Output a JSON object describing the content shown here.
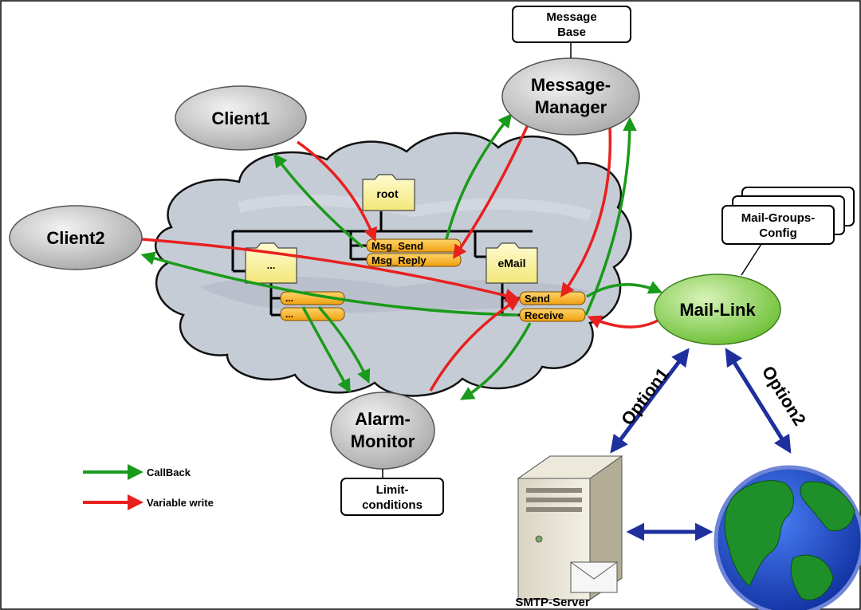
{
  "nodes": {
    "client1": "Client1",
    "client2": "Client2",
    "message_manager_line1": "Message-",
    "message_manager_line2": "Manager",
    "alarm_monitor_line1": "Alarm-",
    "alarm_monitor_line2": "Monitor",
    "mail_link": "Mail-Link"
  },
  "boxes": {
    "message_base_line1": "Message",
    "message_base_line2": "Base",
    "mail_groups_line1": "Mail-Groups-",
    "mail_groups_line2": "Config",
    "limit_line1": "Limit-",
    "limit_line2": "conditions"
  },
  "tree": {
    "root": "root",
    "ellipsis_folder": "...",
    "email_folder": "eMail",
    "msg_send": "Msg_Send",
    "msg_reply": "Msg_Reply",
    "send": "Send",
    "receive": "Receive",
    "var1": "...",
    "var2": "..."
  },
  "links": {
    "option1": "Option1",
    "option2": "Option2"
  },
  "devices": {
    "smtp_server": "SMTP-Server",
    "globe_icon": "globe-icon",
    "server_icon": "server-icon"
  },
  "legend": {
    "callback": "CallBack",
    "variable_write": "Variable write"
  },
  "colors": {
    "callback": "#1a9a1a",
    "variable_write": "#e8201e",
    "option_arrow": "#1f2f9e",
    "variable_fill": "#f5b120",
    "folder_fill": "#fbf39a",
    "mail_link_fill": "#8fd25a"
  }
}
